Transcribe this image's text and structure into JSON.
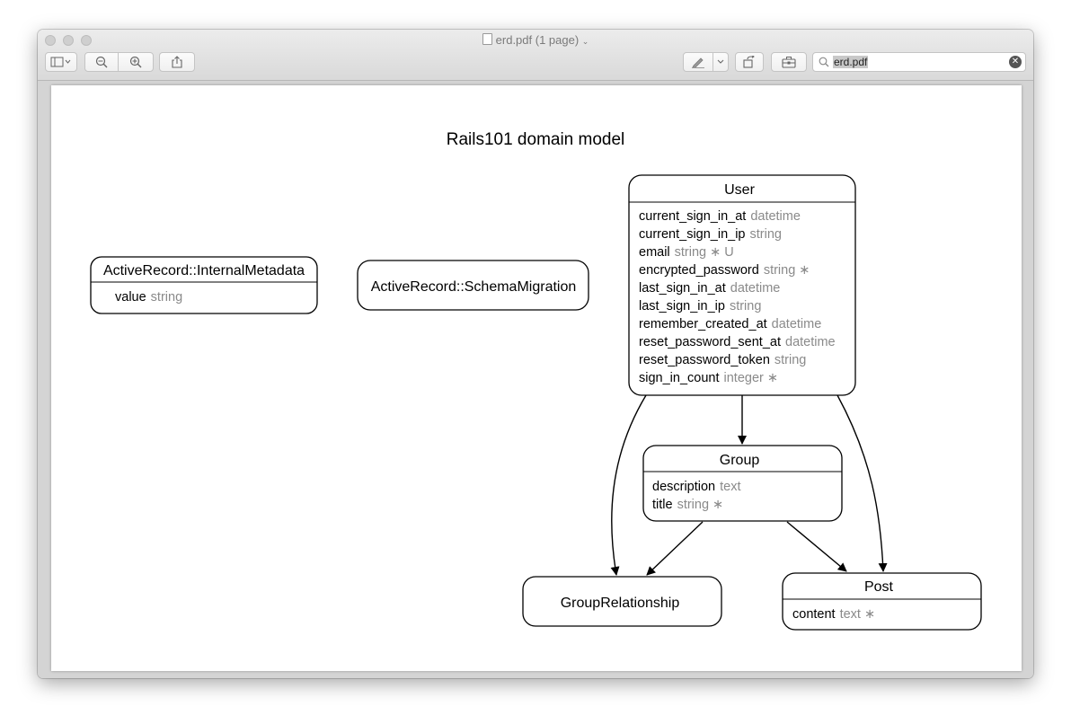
{
  "window": {
    "title": "erd.pdf (1 page)"
  },
  "toolbar": {
    "search_value": "erd.pdf",
    "icons": [
      "sidebar-icon",
      "zoom-out-icon",
      "zoom-in-icon",
      "share-icon",
      "markup-icon",
      "rotate-icon",
      "toolbox-icon",
      "search-icon",
      "clear-icon"
    ]
  },
  "diagram": {
    "title": "Rails101 domain model",
    "entities": {
      "internal_metadata": {
        "name": "ActiveRecord::InternalMetadata",
        "attributes": [
          {
            "name": "value",
            "type": "string",
            "flags": ""
          }
        ]
      },
      "schema_migration": {
        "name": "ActiveRecord::SchemaMigration"
      },
      "user": {
        "name": "User",
        "attributes": [
          {
            "name": "current_sign_in_at",
            "type": "datetime",
            "flags": ""
          },
          {
            "name": "current_sign_in_ip",
            "type": "string",
            "flags": ""
          },
          {
            "name": "email",
            "type": "string",
            "flags": "∗ U"
          },
          {
            "name": "encrypted_password",
            "type": "string",
            "flags": "∗"
          },
          {
            "name": "last_sign_in_at",
            "type": "datetime",
            "flags": ""
          },
          {
            "name": "last_sign_in_ip",
            "type": "string",
            "flags": ""
          },
          {
            "name": "remember_created_at",
            "type": "datetime",
            "flags": ""
          },
          {
            "name": "reset_password_sent_at",
            "type": "datetime",
            "flags": ""
          },
          {
            "name": "reset_password_token",
            "type": "string",
            "flags": ""
          },
          {
            "name": "sign_in_count",
            "type": "integer",
            "flags": "∗"
          }
        ]
      },
      "group": {
        "name": "Group",
        "attributes": [
          {
            "name": "description",
            "type": "text",
            "flags": ""
          },
          {
            "name": "title",
            "type": "string",
            "flags": "∗"
          }
        ]
      },
      "group_relationship": {
        "name": "GroupRelationship"
      },
      "post": {
        "name": "Post",
        "attributes": [
          {
            "name": "content",
            "type": "text",
            "flags": "∗"
          }
        ]
      }
    },
    "relationships": [
      {
        "from": "User",
        "to": "Group"
      },
      {
        "from": "User",
        "to": "GroupRelationship"
      },
      {
        "from": "User",
        "to": "Post"
      },
      {
        "from": "Group",
        "to": "GroupRelationship"
      },
      {
        "from": "Group",
        "to": "Post"
      }
    ]
  }
}
